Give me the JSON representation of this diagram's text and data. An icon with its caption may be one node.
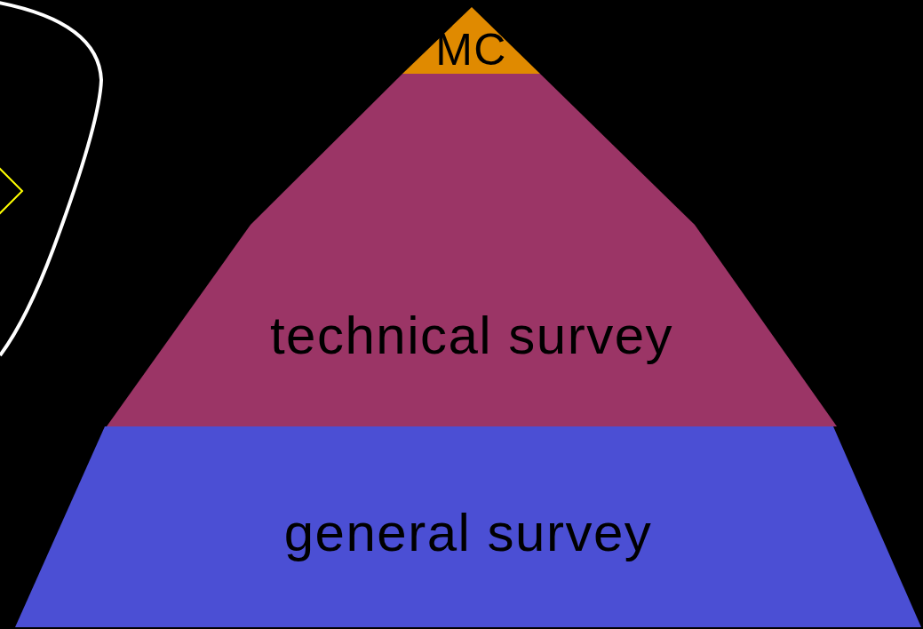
{
  "diagram": {
    "nodes": [
      {
        "text": [
          "MC"
        ]
      },
      {
        "text": [
          "technical survey"
        ]
      },
      {
        "text": [
          "general survey"
        ]
      }
    ]
  }
}
